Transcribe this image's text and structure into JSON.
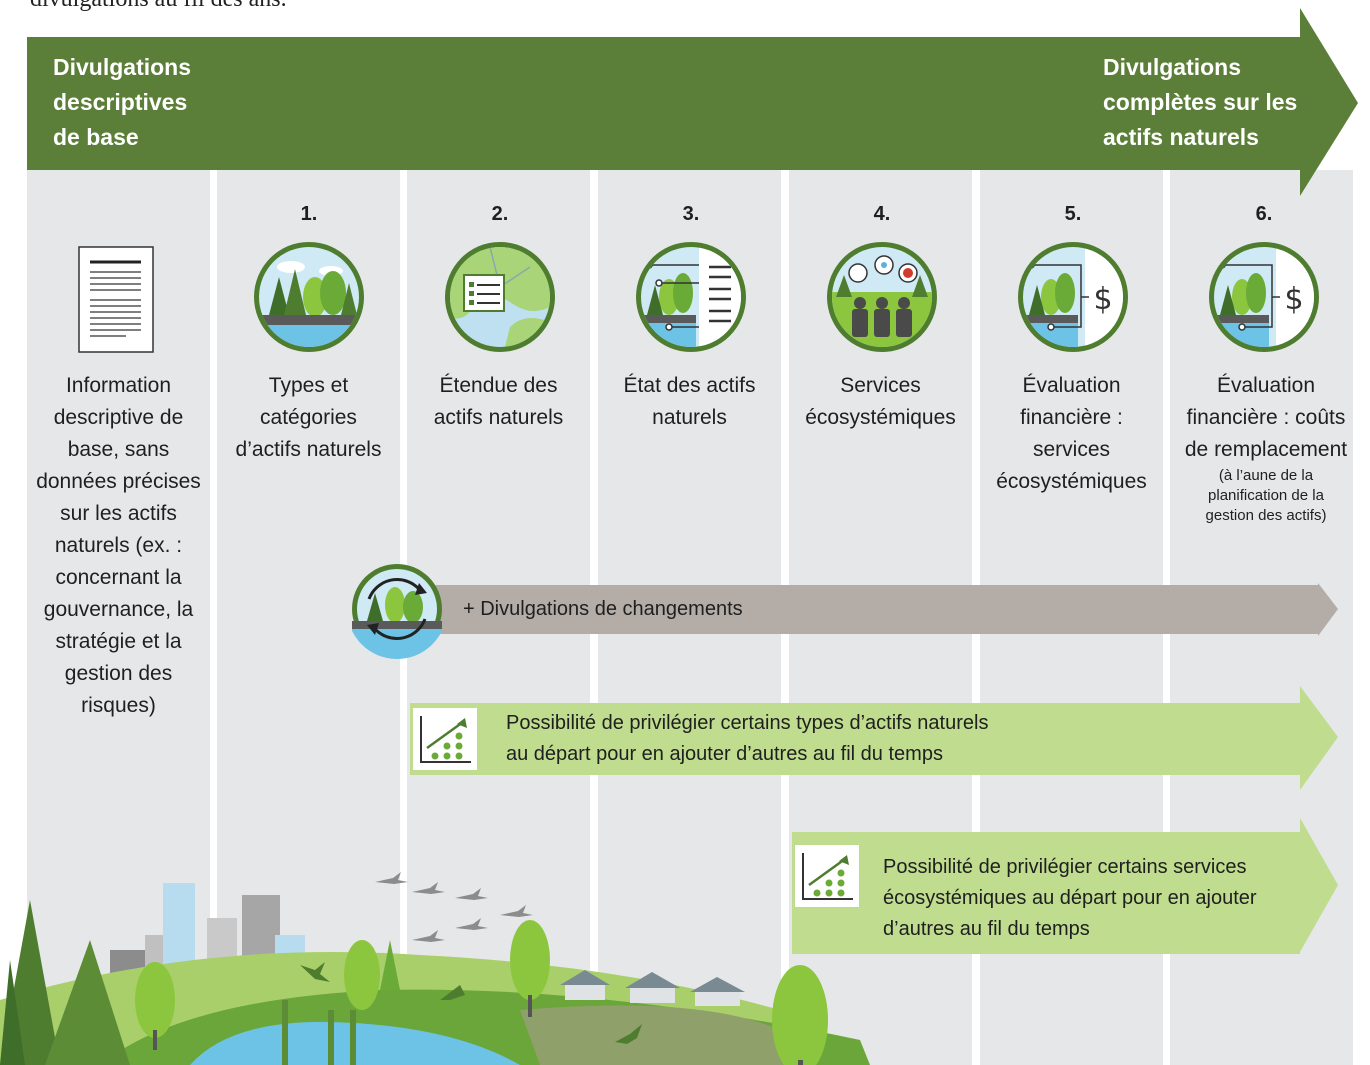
{
  "intro_text": "divulgations au fil des ans.",
  "arrow": {
    "start_label_lines": [
      "Divulgations",
      "descriptives",
      "de base"
    ],
    "end_label_lines": [
      "Divulgations",
      "complètes sur les",
      "actifs naturels"
    ]
  },
  "base_column": {
    "label_lines": [
      "Information",
      "descriptive de",
      "base, sans",
      "données précises",
      "sur les actifs",
      "naturels (ex. :",
      "concernant la",
      "gouvernance, la",
      "stratégie et la",
      "gestion des",
      "risques)"
    ]
  },
  "steps": [
    {
      "number": "1.",
      "label_lines": [
        "Types et",
        "catégories",
        "d’actifs naturels"
      ],
      "icon": "forest-icon"
    },
    {
      "number": "2.",
      "label_lines": [
        "Étendue des",
        "actifs naturels"
      ],
      "icon": "map-list-icon"
    },
    {
      "number": "3.",
      "label_lines": [
        "État des actifs",
        "naturels"
      ],
      "icon": "condition-report-icon"
    },
    {
      "number": "4.",
      "label_lines": [
        "Services",
        "écosystémiques"
      ],
      "icon": "people-services-icon"
    },
    {
      "number": "5.",
      "label_lines": [
        "Évaluation",
        "financière :",
        "services",
        "écosystémiques"
      ],
      "icon": "valuation-dollar-icon"
    },
    {
      "number": "6.",
      "label_lines": [
        "Évaluation",
        "financière : coûts",
        "de remplacement"
      ],
      "sub_lines": [
        "(à l’aune de la",
        "planification de la",
        "gestion des actifs)"
      ],
      "icon": "valuation-dollar-icon"
    }
  ],
  "bands": {
    "changes": "+ Divulgations de changements",
    "types_lines": [
      "Possibilité de privilégier certains types d’actifs naturels",
      "au départ pour en ajouter d’autres au fil du temps"
    ],
    "services_lines": [
      "Possibilité de privilégier certains services",
      "écosystémiques au départ pour en ajouter",
      "d’autres au fil du temps"
    ]
  },
  "colors": {
    "arrow_green": "#5b7f38",
    "column_gray": "#e6e7e8",
    "change_band": "#b3aca7",
    "light_green_band": "#bfdc8f",
    "icon_ring": "#4f7d2f",
    "sky": "#cfe9f5"
  }
}
